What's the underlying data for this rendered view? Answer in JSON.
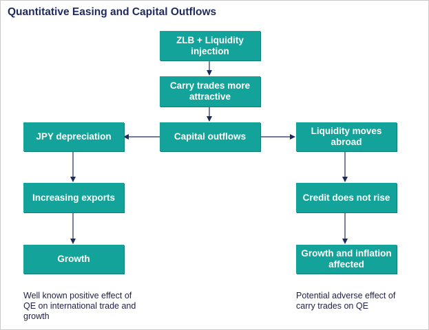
{
  "title": "Quantitative Easing and Capital Outflows",
  "boxes": {
    "zlb": "ZLB + Liquidity injection",
    "carry": "Carry trades more attractive",
    "capital": "Capital outflows",
    "jpy": "JPY depreciation",
    "exports": "Increasing exports",
    "growth_left": "Growth",
    "liquidity": "Liquidity moves abroad",
    "credit": "Credit does not rise",
    "growth_right": "Growth and inflation affected"
  },
  "notes": {
    "left": "Well known positive effect of QE on international trade and growth",
    "right": "Potential adverse effect of carry trades on QE"
  },
  "colors": {
    "box_fill": "#13a39a",
    "title": "#1f2a5c",
    "arrow": "#1f2a5c"
  }
}
